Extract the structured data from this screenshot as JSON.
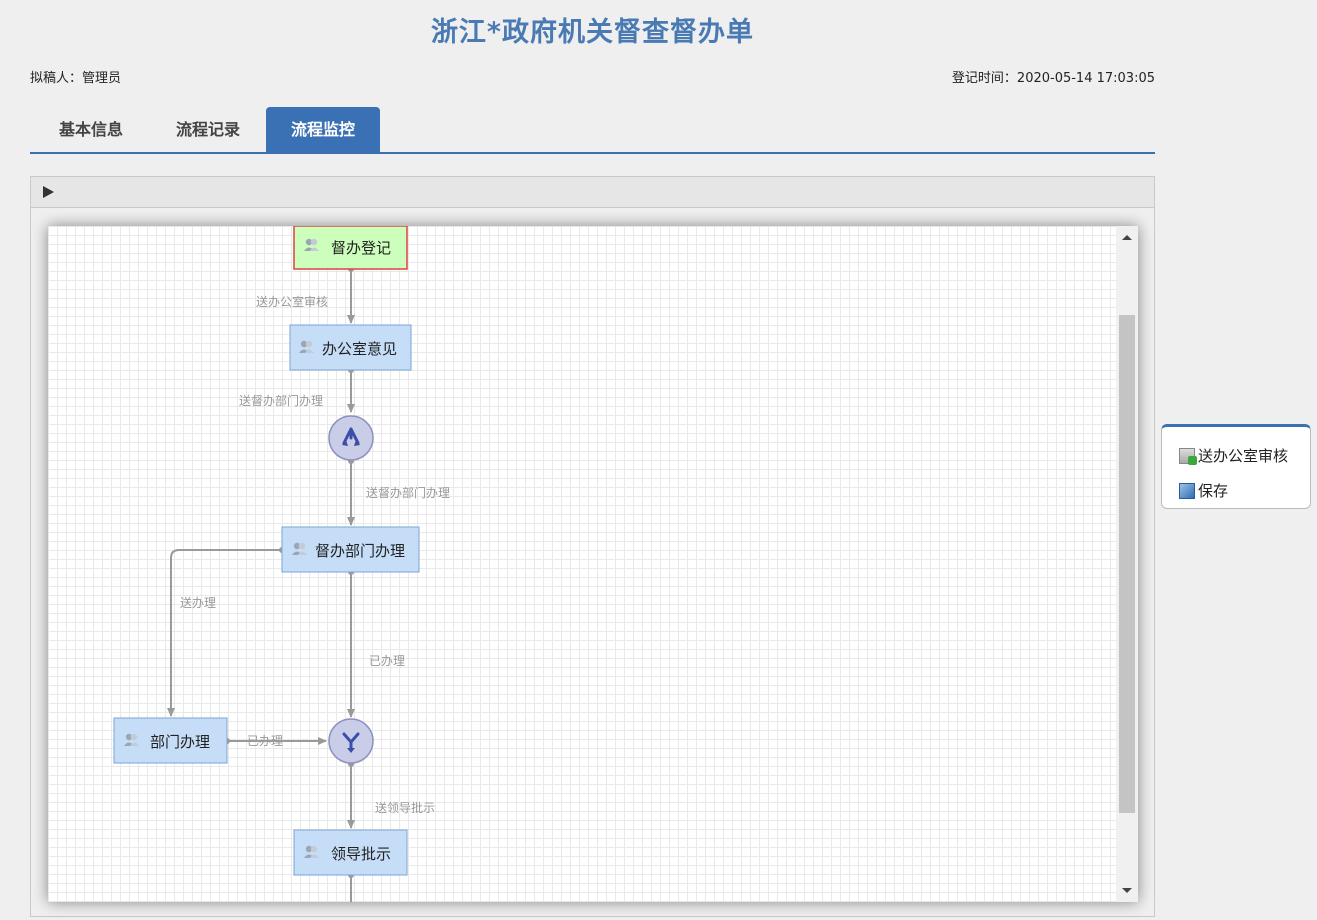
{
  "header": {
    "title": "浙江*政府机关督查督办单",
    "drafter": "拟稿人：管理员",
    "register_time": "登记时间：2020-05-14 17:03:05"
  },
  "tabs": [
    {
      "label": "基本信息",
      "active": false
    },
    {
      "label": "流程记录",
      "active": false
    },
    {
      "label": "流程监控",
      "active": true
    }
  ],
  "flow": {
    "nodes": {
      "n1": "督办登记",
      "n2": "办公室意见",
      "n3": "督办部门办理",
      "n4": "部门办理",
      "n5": "领导批示"
    },
    "edges": {
      "e1": "送办公室审核",
      "e2": "送督办部门办理",
      "e3": "送督办部门办理",
      "e4": "送办理",
      "e5": "已办理",
      "e6": "已办理",
      "e7": "送领导批示"
    }
  },
  "side_menu": {
    "items": [
      {
        "label": "送办公室审核",
        "icon": "send-document-icon"
      },
      {
        "label": "保存",
        "icon": "save-icon"
      }
    ]
  },
  "colors": {
    "accent": "#3a70b4",
    "title": "#4a7ab4",
    "node_fill": "#c6ddf7",
    "node_border": "#7aa6d9",
    "current_node_fill": "#ccffbb",
    "current_node_border": "#e04040",
    "gateway_fill": "#c9cde8"
  }
}
